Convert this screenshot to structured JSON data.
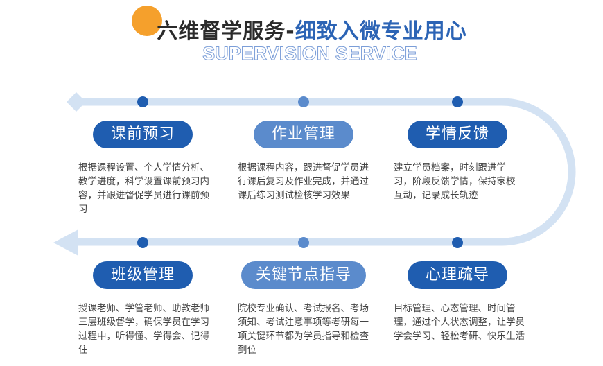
{
  "header": {
    "title_part1": "六维督学服务-",
    "title_part2": "细致入微专业用心",
    "subtitle": "SUPERVISION SERVICE"
  },
  "colors": {
    "accent_orange": "#f5a02c",
    "primary_blue": "#1f5db0",
    "secondary_blue": "#5b8bcc",
    "track": "#d3e2f3",
    "title_dark": "#2b2b2b",
    "title_blue": "#2c64b5",
    "body_text": "#444444"
  },
  "top_row": [
    {
      "label": "课前预习",
      "description": "根据课程设置、个人学情分析、教学进度，科学设置课前预习内容，并跟进督促学员进行课前预习"
    },
    {
      "label": "作业管理",
      "description": "根据课程内容，跟进督促学员进行课后复习及作业完成，并通过课后练习测试检核学习效果"
    },
    {
      "label": "学情反馈",
      "description": "建立学员档案，时刻跟进学习，阶段反馈学情，保持家校互动，记录成长轨迹"
    }
  ],
  "bottom_row": [
    {
      "label": "班级管理",
      "description": "授课老师、学管老师、助教老师三层班级督学，确保学员在学习过程中，听得懂、学得会、记得住"
    },
    {
      "label": "关键节点指导",
      "description": "院校专业确认、考试报名、考场须知、考试注意事项等考研每一项关键环节都为学员指导和检查到位"
    },
    {
      "label": "心理疏导",
      "description": "目标管理、心态管理、时间管理，通过个人状态调整，让学员学会学习、轻松考研、快乐生活"
    }
  ]
}
